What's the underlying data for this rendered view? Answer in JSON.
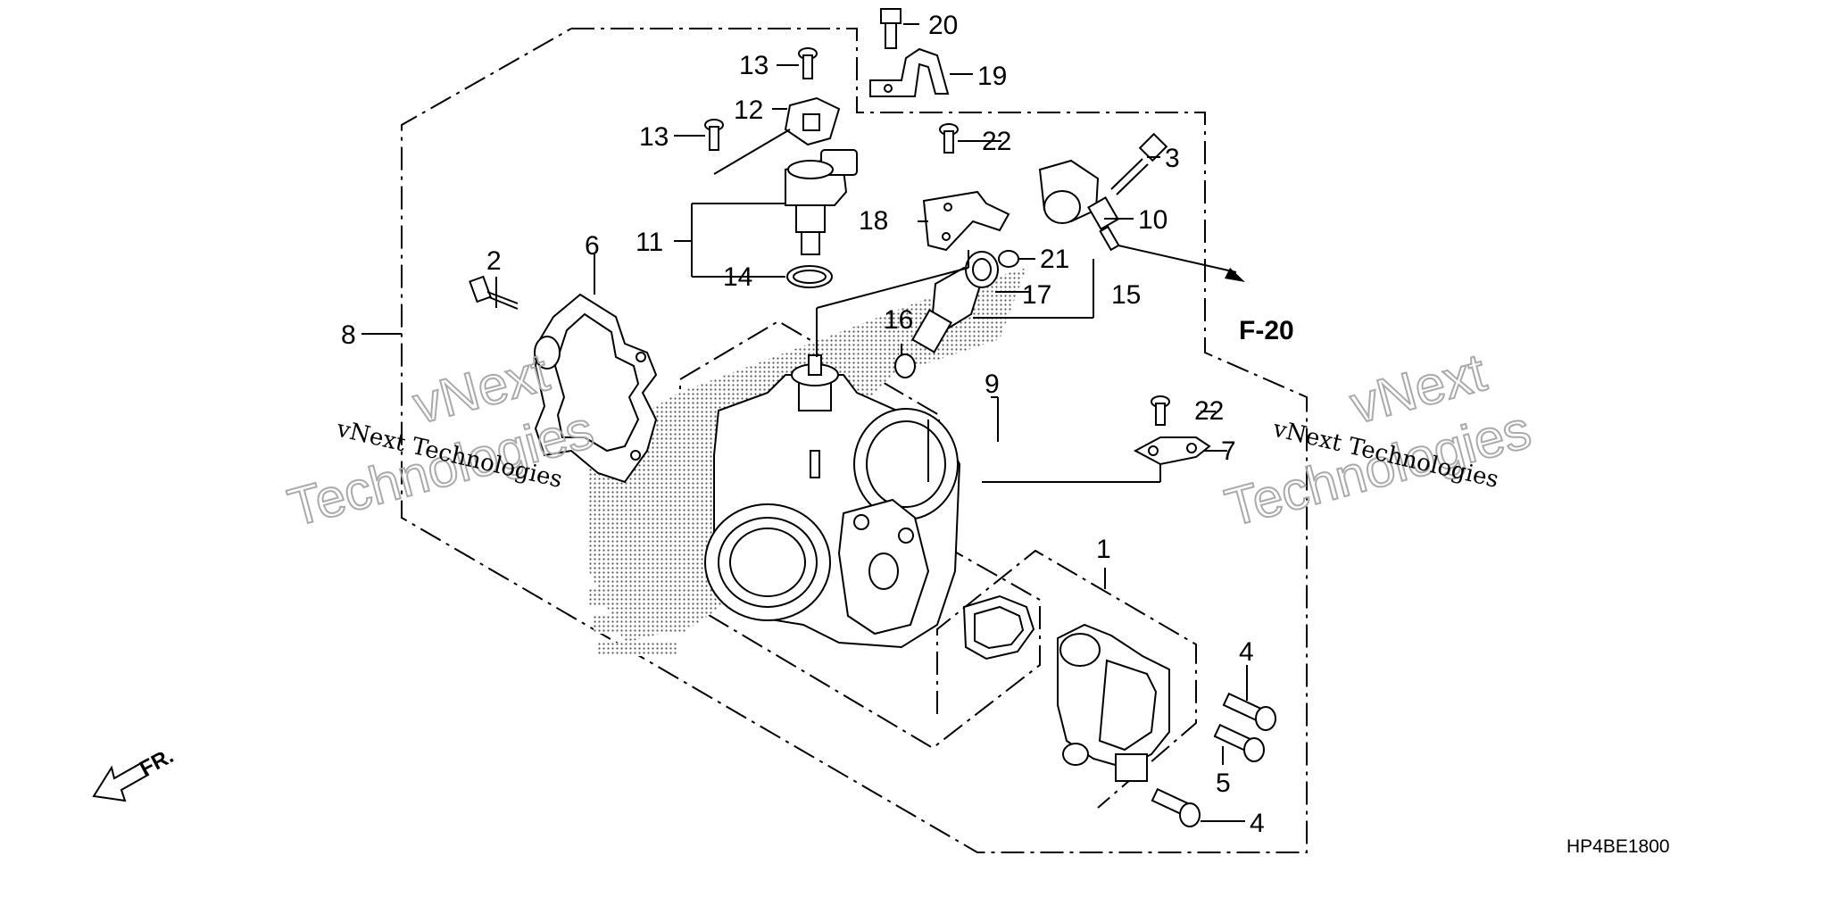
{
  "callouts": {
    "c1": "1",
    "c2": "2",
    "c3": "3",
    "c4a": "4",
    "c4b": "4",
    "c5": "5",
    "c6": "6",
    "c7": "7",
    "c8": "8",
    "c9": "9",
    "c10": "10",
    "c11": "11",
    "c12": "12",
    "c13a": "13",
    "c13b": "13",
    "c14": "14",
    "c15": "15",
    "c16": "16",
    "c17": "17",
    "c18": "18",
    "c19": "19",
    "c20": "20",
    "c21": "21",
    "c22a": "22",
    "c22b": "22"
  },
  "reference": "F-20",
  "direction_label": "FR.",
  "diagram_code": "HP4BE1800",
  "watermarks": {
    "left_small": "vNext Technologies",
    "left_big_1": "vNext",
    "left_big_2": "Technologies",
    "right_small": "vNext Technologies",
    "right_big_1": "vNext",
    "right_big_2": "Technologies"
  },
  "colors": {
    "line": "#000000",
    "background": "#ffffff",
    "watermark": "#aaaaaa",
    "shading": "#555555"
  }
}
